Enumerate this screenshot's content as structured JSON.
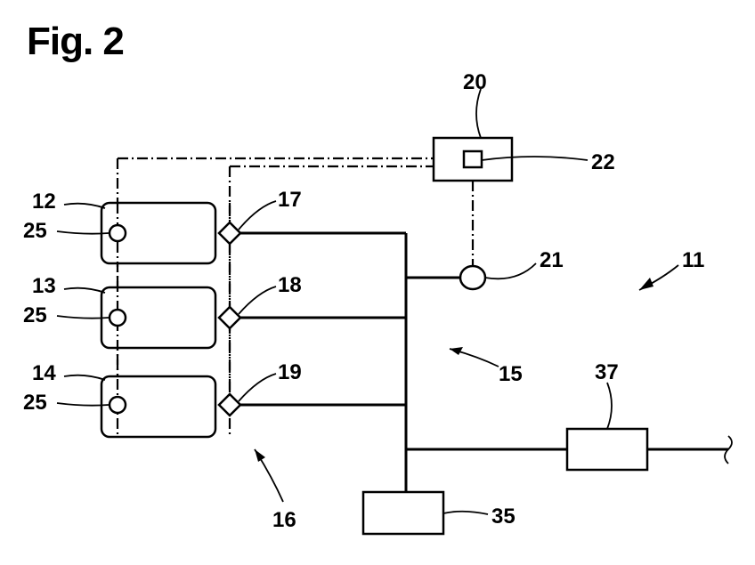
{
  "figure": {
    "title": "Fig. 2"
  },
  "labels": {
    "n11": "11",
    "n12": "12",
    "n13": "13",
    "n14": "14",
    "n15": "15",
    "n16": "16",
    "n17": "17",
    "n18": "18",
    "n19": "19",
    "n20": "20",
    "n21": "21",
    "n22": "22",
    "n25": "25",
    "n35": "35",
    "n37": "37"
  }
}
